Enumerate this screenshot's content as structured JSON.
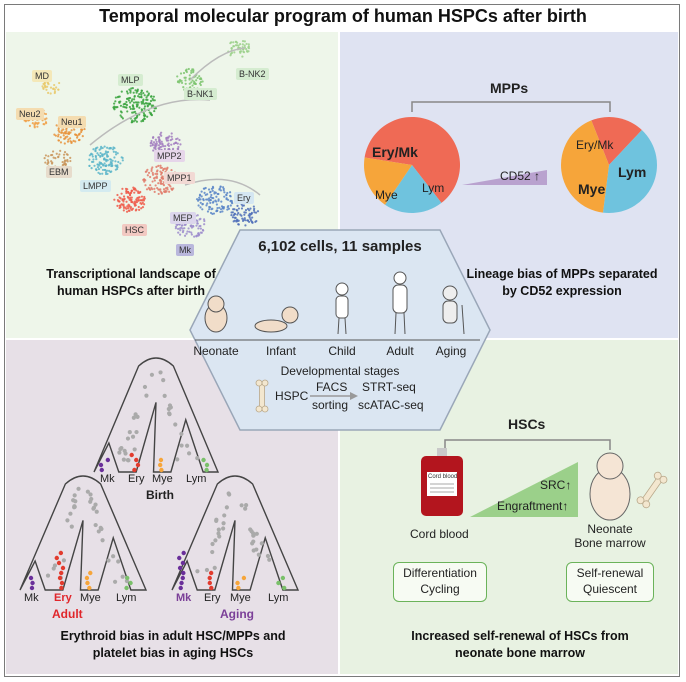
{
  "title": "Temporal molecular program of human HSPCs after birth",
  "center": {
    "header": "6,102 cells, 11 samples",
    "stages": [
      "Neonate",
      "Infant",
      "Child",
      "Adult",
      "Aging"
    ],
    "stages_label": "Developmental stages",
    "hspc": "HSPC",
    "facs": "FACS",
    "sorting": "sorting",
    "strt": "STRT-seq",
    "atac": "scATAC-seq"
  },
  "top_left": {
    "caption_line1": "Transcriptional landscape of",
    "caption_line2": "human HSPCs after birth",
    "clusters": [
      "MD",
      "Neu2",
      "Neu1",
      "EBM",
      "LMPP",
      "MLP",
      "B-NK1",
      "B-NK2",
      "MPP2",
      "MPP1",
      "Ery",
      "MEP",
      "HSC",
      "Mk"
    ]
  },
  "top_right": {
    "heading": "MPPs",
    "marker": "CD52",
    "caption_line1": "Lineage bias of MPPs separated",
    "caption_line2": "by CD52 expression",
    "pie_left": [
      {
        "label": "Ery/Mk",
        "value": 62,
        "color": "#ef6a55"
      },
      {
        "label": "Lym",
        "value": 20,
        "color": "#6fc3de"
      },
      {
        "label": "Mye",
        "value": 18,
        "color": "#f6a53a"
      }
    ],
    "pie_right": [
      {
        "label": "Ery/Mk",
        "value": 18,
        "color": "#ef6a55"
      },
      {
        "label": "Lym",
        "value": 40,
        "color": "#6fc3de"
      },
      {
        "label": "Mye",
        "value": 42,
        "color": "#f6a53a"
      }
    ],
    "colors": {
      "ery": "#ef6a55",
      "mye": "#f6a53a",
      "lym": "#6fc3de",
      "wedge": "#b9a2cf"
    }
  },
  "bottom_left": {
    "tree_top": {
      "mk": "Mk",
      "ery": "Ery",
      "mye": "Mye",
      "lym": "Lym",
      "label": "Birth"
    },
    "tree_adult": {
      "mk": "Mk",
      "ery": "Ery",
      "mye": "Mye",
      "lym": "Lym",
      "label": "Adult"
    },
    "tree_aging": {
      "mk": "Mk",
      "ery": "Ery",
      "mye": "Mye",
      "lym": "Lym",
      "label": "Aging"
    },
    "caption_line1": "Erythroid bias in adult HSC/MPPs and",
    "caption_line2": "platelet bias in aging HSCs",
    "colors": {
      "adult": "#e0262b",
      "aging": "#7b3f98"
    }
  },
  "bottom_right": {
    "heading": "HSCs",
    "bag_label": "Cord blood",
    "cord_blood": "Cord blood",
    "neonate_line1": "Neonate",
    "neonate_line2": "Bone marrow",
    "src": "SRC",
    "engraftment": "Engraftment",
    "box_left_line1": "Differentiation",
    "box_left_line2": "Cycling",
    "box_right_line1": "Self-renewal",
    "box_right_line2": "Quiescent",
    "caption_line1": "Increased self-renewal of HSCs from",
    "caption_line2": "neonate bone marrow"
  }
}
